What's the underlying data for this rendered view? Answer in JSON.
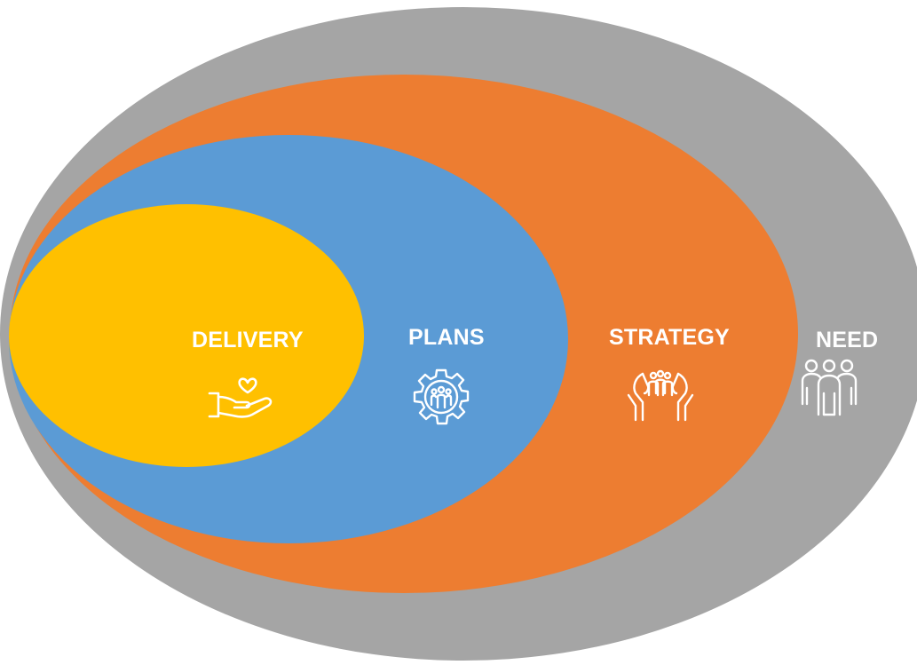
{
  "layers": [
    {
      "id": "need",
      "label": "NEED",
      "color": "#A5A5A5",
      "icon": "group-of-people-icon"
    },
    {
      "id": "strategy",
      "label": "STRATEGY",
      "color": "#ED7D31",
      "icon": "hands-holding-people-icon"
    },
    {
      "id": "plans",
      "label": "PLANS",
      "color": "#5B9BD5",
      "icon": "gear-with-people-icon"
    },
    {
      "id": "delivery",
      "label": "DELIVERY",
      "color": "#FFC000",
      "icon": "hand-with-heart-icon"
    }
  ],
  "text_color": "#FFFFFF"
}
